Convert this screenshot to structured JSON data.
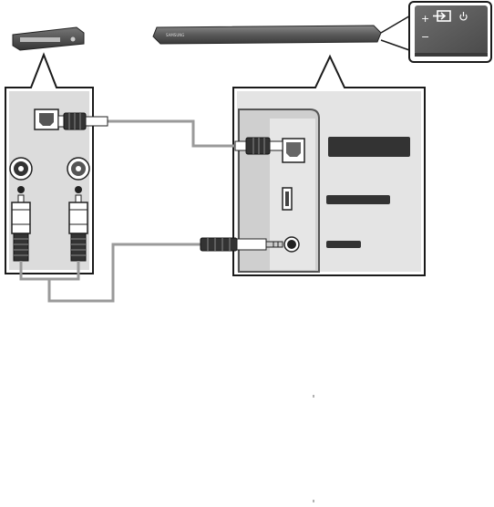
{
  "soundbar": {
    "brand": "SAMSUNG"
  },
  "soundbar_panel": {
    "buttons": [
      {
        "name": "volume-up",
        "glyph": "+"
      },
      {
        "name": "input",
        "glyph": "input-icon"
      },
      {
        "name": "power",
        "glyph": "power-icon"
      },
      {
        "name": "volume-down",
        "glyph": "−"
      }
    ]
  },
  "colors": {
    "outline": "#1a1a1a",
    "cable": "#9a9a9a",
    "panel_bg": "#d9d9d9",
    "dark": "#2b2b2b"
  }
}
